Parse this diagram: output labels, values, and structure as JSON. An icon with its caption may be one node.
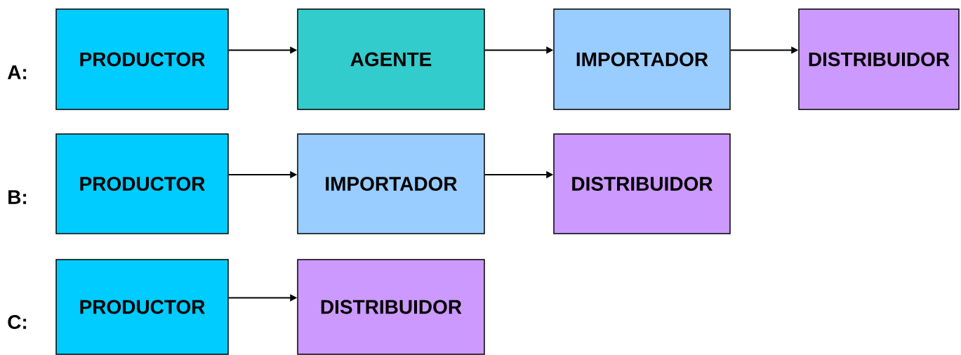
{
  "diagram": {
    "nodes": [
      {
        "text": [
          "PRODUCTOR"
        ]
      },
      {
        "text": [
          "AGENTE"
        ]
      },
      {
        "text": [
          "IMPORTADOR"
        ]
      },
      {
        "text": [
          "DISTRIBUIDOR"
        ]
      },
      {
        "text": [
          "PRODUCTOR"
        ]
      },
      {
        "text": [
          "IMPORTADOR"
        ]
      },
      {
        "text": [
          "DISTRIBUIDOR"
        ]
      },
      {
        "text": [
          "PRODUCTOR"
        ]
      },
      {
        "text": [
          "DISTRIBUIDOR"
        ]
      }
    ],
    "edges": [
      {
        "from": 0,
        "to": 1,
        "arrow": "to"
      },
      {
        "from": 1,
        "to": 2,
        "arrow": "to"
      },
      {
        "from": 2,
        "to": 3,
        "arrow": "to"
      },
      {
        "from": 4,
        "to": 5,
        "arrow": "to"
      },
      {
        "from": 5,
        "to": 6,
        "arrow": "to"
      },
      {
        "from": 7,
        "to": 8,
        "arrow": "to"
      }
    ],
    "labels": [
      "A:",
      "B:",
      "C:"
    ]
  }
}
